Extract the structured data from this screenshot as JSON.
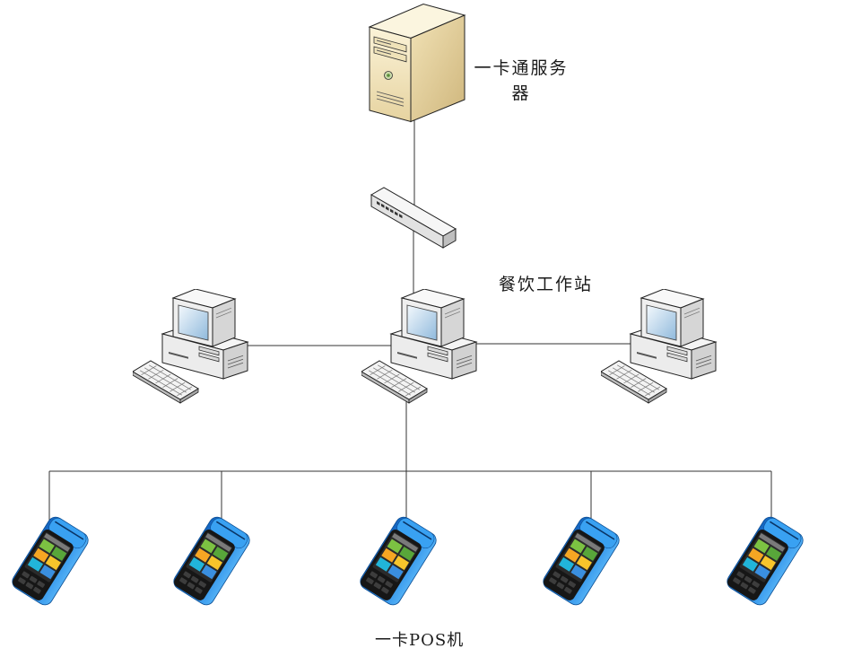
{
  "diagram": {
    "server": {
      "label": "一卡通服务器",
      "icon": "server-icon"
    },
    "switch": {
      "icon": "network-switch-icon"
    },
    "workstations": {
      "label": "餐饮工作站",
      "icon": "desktop-computer-icon"
    },
    "pos_terminals": {
      "label": "一卡POS机",
      "icon": "pos-terminal-icon"
    }
  },
  "colors": {
    "line": "#333333",
    "server_beige": "#e6d3a0",
    "pos_blue": "#2a8be6",
    "pos_blue_dark": "#1565c0"
  }
}
